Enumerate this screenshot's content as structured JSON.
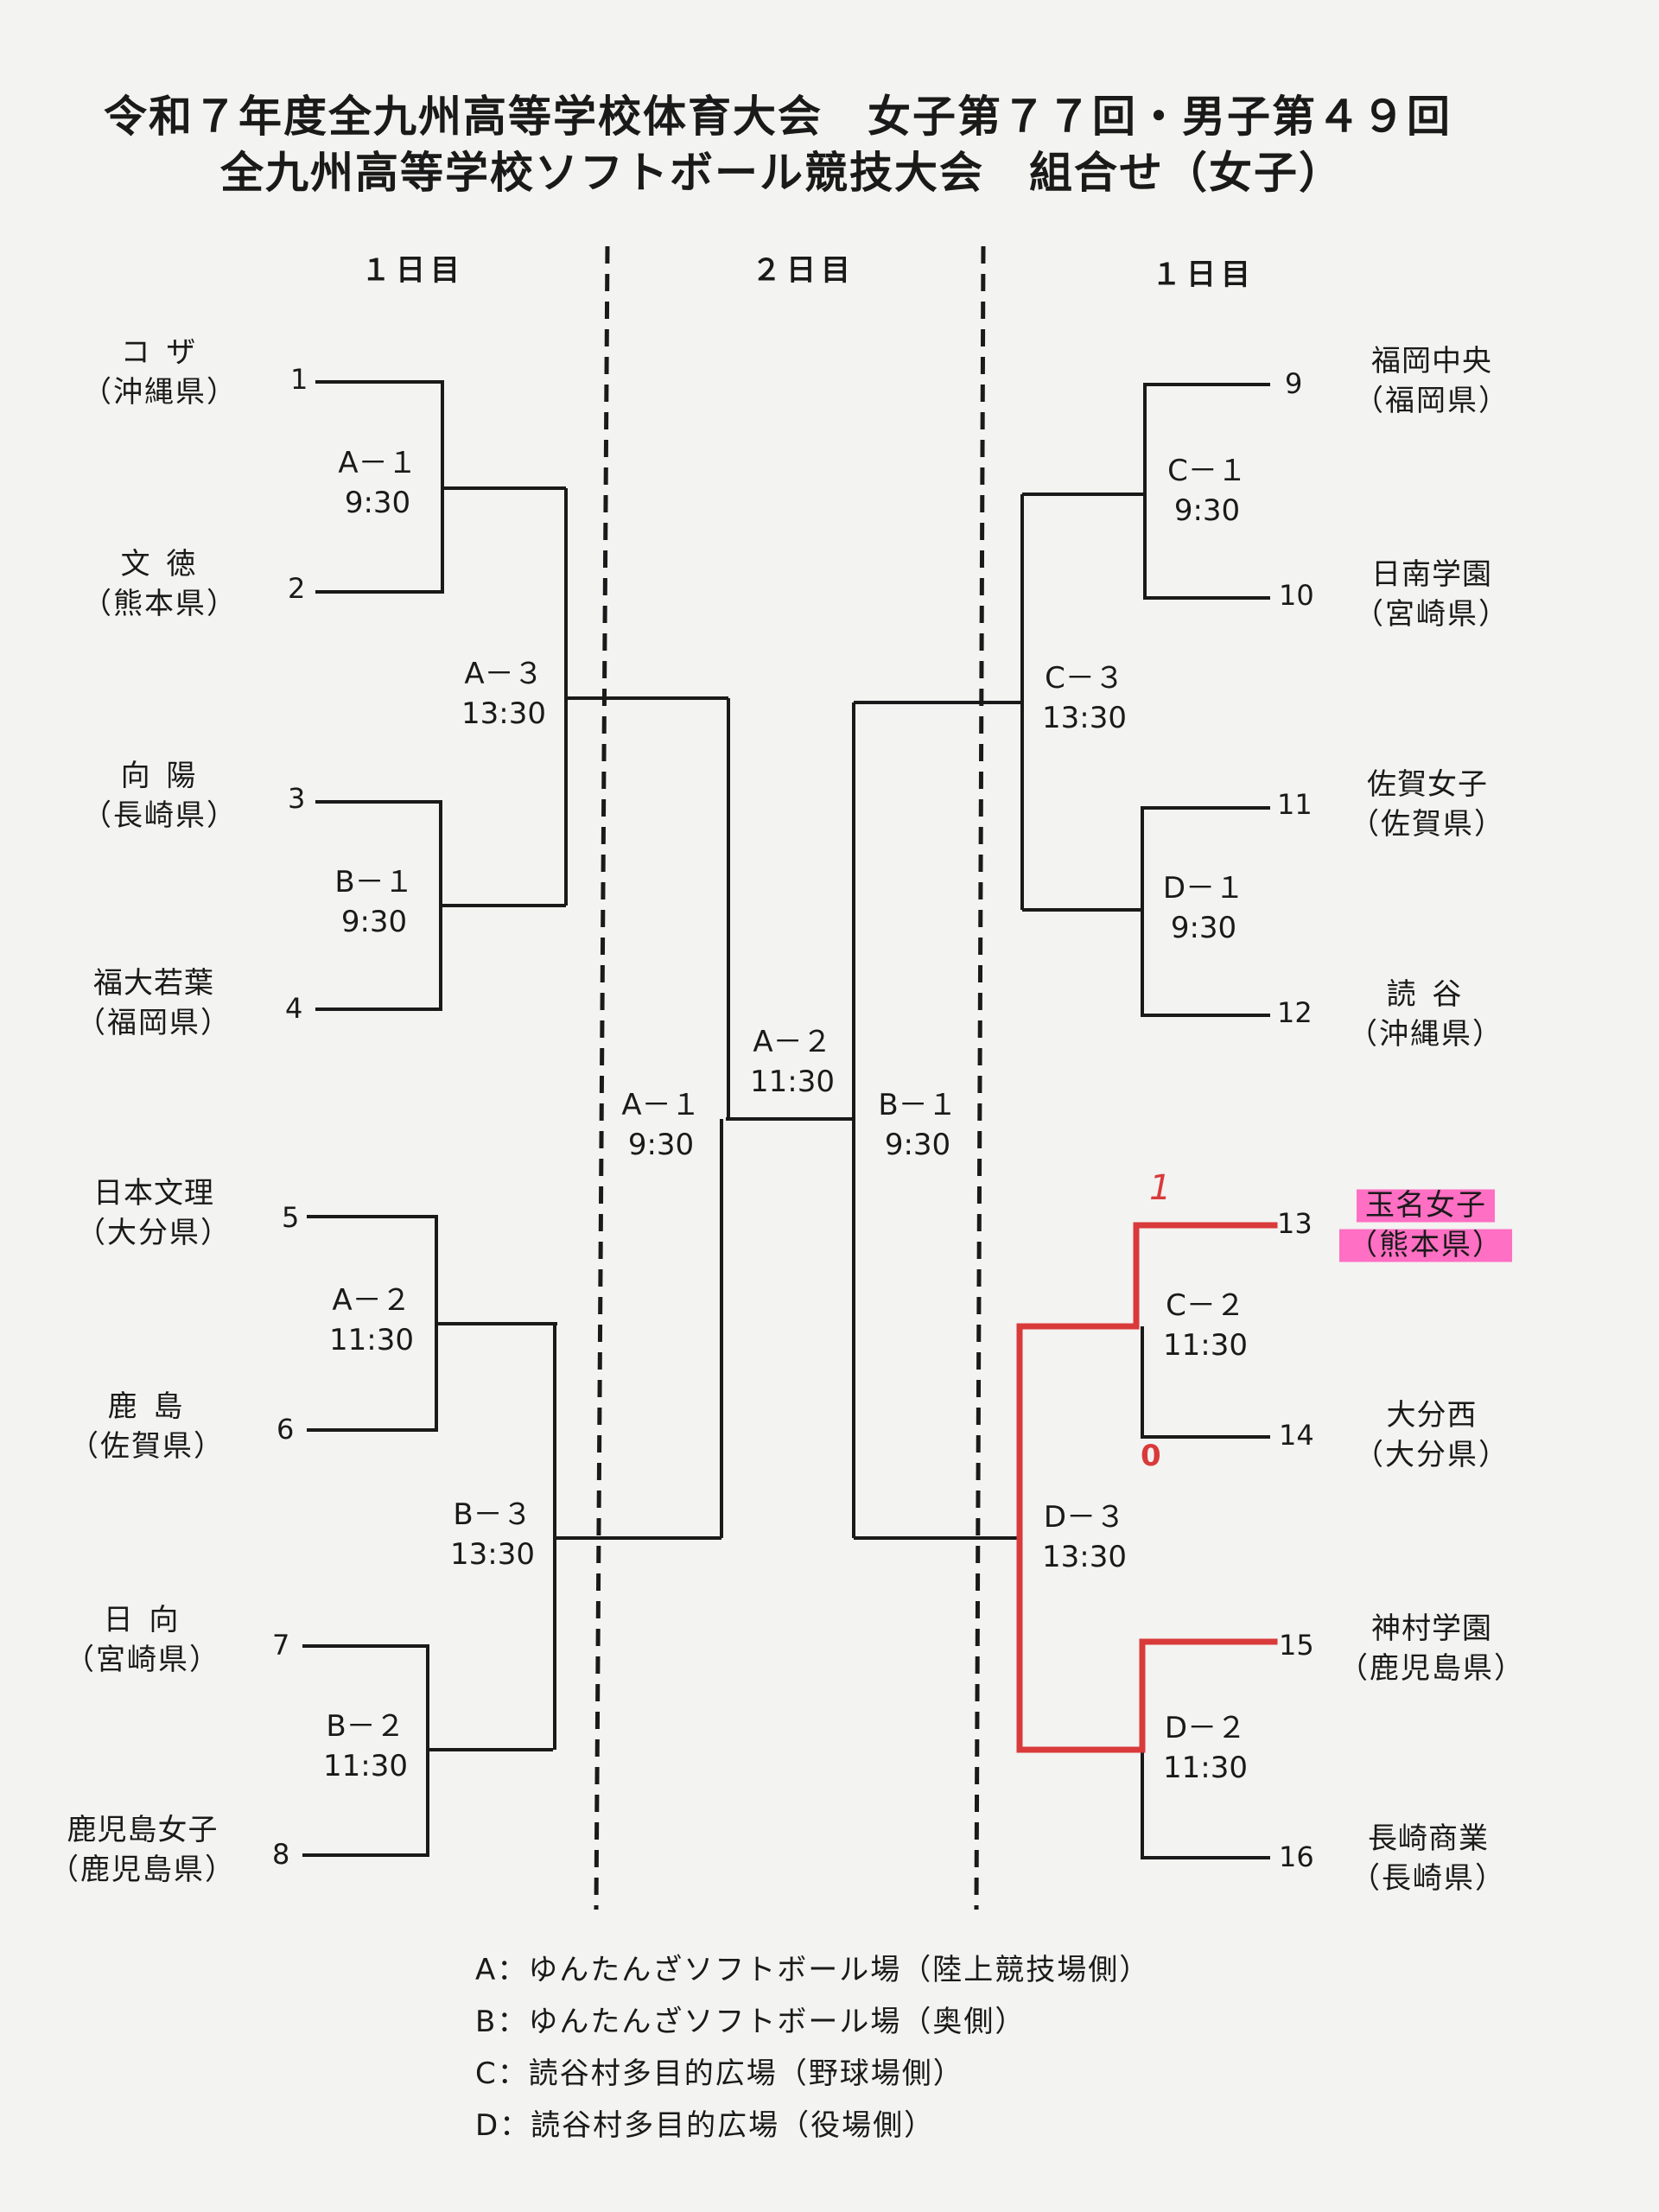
{
  "title": {
    "line1": "令和７年度全九州高等学校体育大会　女子第７７回・男子第４９回",
    "line2": "全九州高等学校ソフトボール競技大会　組合せ（女子）"
  },
  "day_headers": {
    "left": "１日目",
    "center": "２日目",
    "right": "１日目"
  },
  "teams": [
    {
      "seed": "1",
      "school": "コ ザ",
      "prefecture": "（沖縄県）"
    },
    {
      "seed": "2",
      "school": "文 徳",
      "prefecture": "（熊本県）"
    },
    {
      "seed": "3",
      "school": "向 陽",
      "prefecture": "（長崎県）"
    },
    {
      "seed": "4",
      "school": "福大若葉",
      "prefecture": "（福岡県）"
    },
    {
      "seed": "5",
      "school": "日本文理",
      "prefecture": "（大分県）"
    },
    {
      "seed": "6",
      "school": "鹿 島",
      "prefecture": "（佐賀県）"
    },
    {
      "seed": "7",
      "school": "日 向",
      "prefecture": "（宮崎県）"
    },
    {
      "seed": "8",
      "school": "鹿児島女子",
      "prefecture": "（鹿児島県）"
    },
    {
      "seed": "9",
      "school": "福岡中央",
      "prefecture": "（福岡県）"
    },
    {
      "seed": "10",
      "school": "日南学園",
      "prefecture": "（宮崎県）"
    },
    {
      "seed": "11",
      "school": "佐賀女子",
      "prefecture": "（佐賀県）"
    },
    {
      "seed": "12",
      "school": "読 谷",
      "prefecture": "（沖縄県）"
    },
    {
      "seed": "13",
      "school": "玉名女子",
      "prefecture": "（熊本県）"
    },
    {
      "seed": "14",
      "school": "大分西",
      "prefecture": "（大分県）"
    },
    {
      "seed": "15",
      "school": "神村学園",
      "prefecture": "（鹿児島県）"
    },
    {
      "seed": "16",
      "school": "長崎商業",
      "prefecture": "（長崎県）"
    }
  ],
  "matches": {
    "left_a1": {
      "code": "A－１",
      "time": "9:30"
    },
    "left_b1": {
      "code": "B－１",
      "time": "9:30"
    },
    "left_a2": {
      "code": "A－２",
      "time": "11:30"
    },
    "left_b2": {
      "code": "B－２",
      "time": "11:30"
    },
    "left_a3": {
      "code": "A－３",
      "time": "13:30"
    },
    "left_b3": {
      "code": "B－３",
      "time": "13:30"
    },
    "center_a1": {
      "code": "A－１",
      "time": "9:30"
    },
    "center_a2": {
      "code": "A－２",
      "time": "11:30"
    },
    "center_b1": {
      "code": "B－１",
      "time": "9:30"
    },
    "right_c1": {
      "code": "C－１",
      "time": "9:30"
    },
    "right_d1": {
      "code": "D－１",
      "time": "9:30"
    },
    "right_c2": {
      "code": "C－２",
      "time": "11:30"
    },
    "right_d2": {
      "code": "D－２",
      "time": "11:30"
    },
    "right_c3": {
      "code": "C－３",
      "time": "13:30"
    },
    "right_d3": {
      "code": "D－３",
      "time": "13:30"
    }
  },
  "legend": [
    "A：ゆんたんざソフトボール場（陸上競技場側）",
    "B：ゆんたんざソフトボール場（奥側）",
    "C：読谷村多目的広場（野球場側）",
    "D：読谷村多目的広場（役場側）"
  ],
  "handwritten_marks": {
    "c2_top_mark": "1",
    "c2_bottom_mark": "0"
  },
  "colors": {
    "ink": "#1a1a1a",
    "red_pen": "#d93a3a",
    "pink_highlight": "#ff6fc3"
  }
}
